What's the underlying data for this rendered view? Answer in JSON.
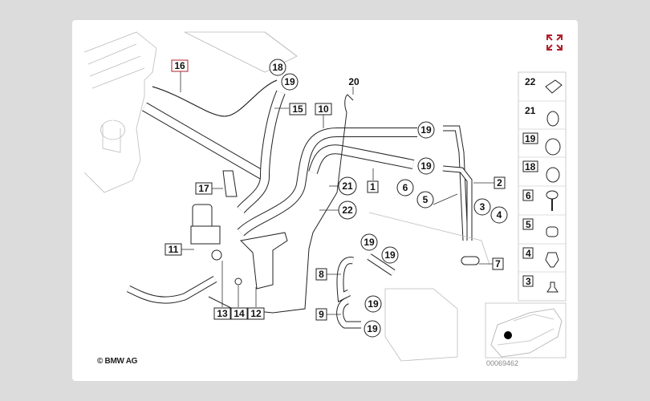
{
  "diagram": {
    "copyright": "© BMW AG",
    "diagram_number": "00069462",
    "expand_icon": "expand-arrows-icon",
    "accent_color": "#b0202c",
    "callouts": [
      {
        "id": "16",
        "style": "box",
        "highlighted": true
      },
      {
        "id": "18",
        "style": "circle"
      },
      {
        "id": "19",
        "style": "circle"
      },
      {
        "id": "15",
        "style": "box"
      },
      {
        "id": "10",
        "style": "box"
      },
      {
        "id": "20",
        "style": "plain"
      },
      {
        "id": "19",
        "style": "circle"
      },
      {
        "id": "19",
        "style": "circle"
      },
      {
        "id": "1",
        "style": "box"
      },
      {
        "id": "2",
        "style": "box"
      },
      {
        "id": "6",
        "style": "circle"
      },
      {
        "id": "5",
        "style": "circle"
      },
      {
        "id": "3",
        "style": "circle"
      },
      {
        "id": "4",
        "style": "box"
      },
      {
        "id": "7",
        "style": "box"
      },
      {
        "id": "17",
        "style": "box"
      },
      {
        "id": "21",
        "style": "circle"
      },
      {
        "id": "22",
        "style": "circle"
      },
      {
        "id": "11",
        "style": "box"
      },
      {
        "id": "8",
        "style": "box"
      },
      {
        "id": "19",
        "style": "circle"
      },
      {
        "id": "19",
        "style": "circle"
      },
      {
        "id": "9",
        "style": "box"
      },
      {
        "id": "19",
        "style": "circle"
      },
      {
        "id": "19",
        "style": "circle"
      },
      {
        "id": "13",
        "style": "box"
      },
      {
        "id": "14",
        "style": "box"
      },
      {
        "id": "12",
        "style": "box"
      }
    ],
    "parts_legend": [
      {
        "number": "22",
        "icon": "hose-clip-icon"
      },
      {
        "number": "21",
        "icon": "hose-clamp-icon"
      },
      {
        "number": "19",
        "icon": "hose-clamp-screw-icon"
      },
      {
        "number": "18",
        "icon": "hose-clamp-screw-icon"
      },
      {
        "number": "6",
        "icon": "screw-icon"
      },
      {
        "number": "5",
        "icon": "grommet-icon"
      },
      {
        "number": "4",
        "icon": "clip-nut-icon"
      },
      {
        "number": "3",
        "icon": "plug-icon"
      }
    ]
  }
}
